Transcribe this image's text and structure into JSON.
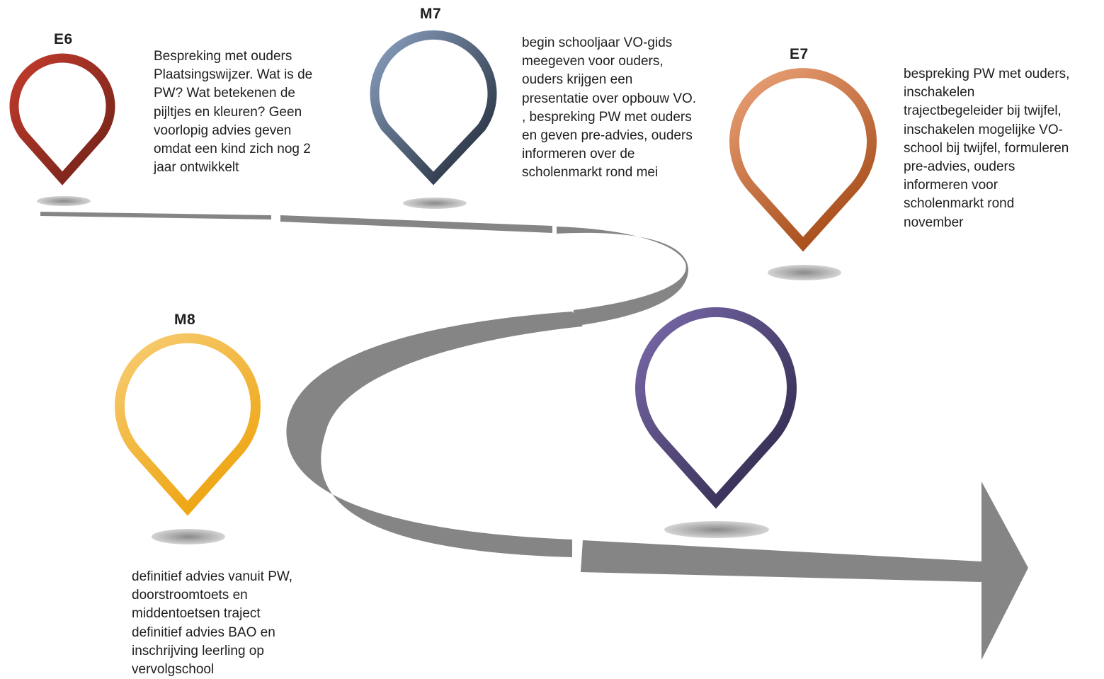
{
  "colors": {
    "road": "#858585",
    "pin_e6": [
      "#c23b2c",
      "#6e2218"
    ],
    "pin_m7": [
      "#8aa1c0",
      "#1d2533"
    ],
    "pin_e7": [
      "#eba37a",
      "#a84e1b"
    ],
    "pin_m8": [
      "#f7cd74",
      "#eea512"
    ],
    "pin_unlabeled": [
      "#7a6aab",
      "#2a2444"
    ]
  },
  "milestones": {
    "e6": {
      "label": "E6",
      "note": "Bespreking met ouders\nPlaatsingswijzer. Wat is de\nPW? Wat betekenen de\npijltjes en kleuren? Geen\nvoorlopig advies geven\nomdat een kind zich nog 2\njaar ontwikkelt"
    },
    "m7": {
      "label": "M7",
      "note": "begin schooljaar VO-gids\nmeegeven  voor ouders,\nouders krijgen een\npresentatie over opbouw VO.\n, bespreking PW met ouders\nen geven pre-advies, ouders\ninformeren over de\nscholenmarkt rond mei"
    },
    "e7": {
      "label": "E7",
      "note": "bespreking PW met ouders,\ninschakelen\ntrajectbegeleider bij twijfel,\ninschakelen mogelijke VO-\nschool bij twijfel, formuleren\npre-advies, ouders\ninformeren voor\nscholenmarkt rond\nnovember"
    },
    "m8": {
      "label": "M8",
      "note": "definitief advies vanuit PW,\ndoorstroomtoets en\nmiddentoetsen traject\ndefinitief advies BAO en\ninschrijving leerling op\nvervolgschool"
    },
    "unlabeled": {
      "label": "",
      "note": ""
    }
  }
}
